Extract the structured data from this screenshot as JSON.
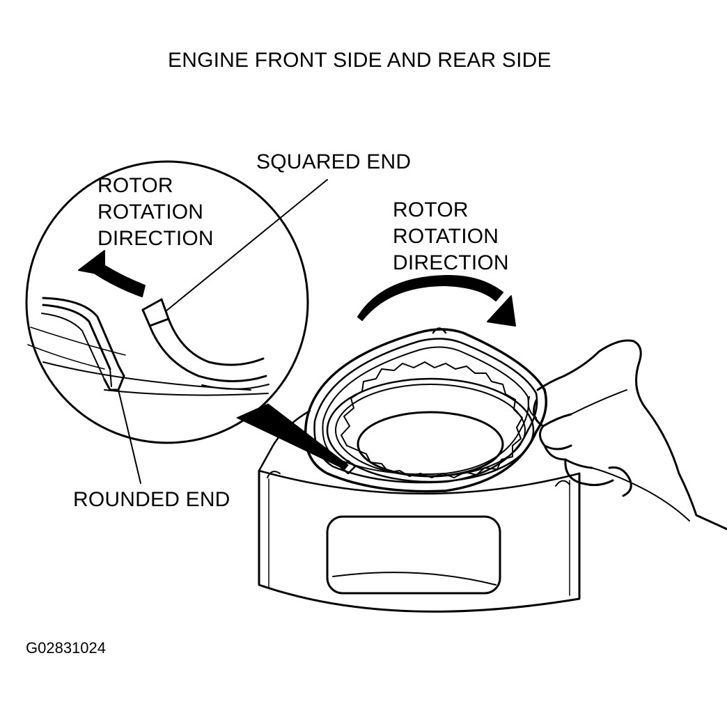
{
  "diagram": {
    "title": "ENGINE FRONT SIDE AND REAR SIDE",
    "labels": {
      "squared_end": "SQUARED END",
      "rounded_end": "ROUNDED END",
      "rotor_rotation_left": [
        "ROTOR",
        "ROTATION",
        "DIRECTION"
      ],
      "rotor_rotation_right": [
        "ROTOR",
        "ROTATION",
        "DIRECTION"
      ]
    },
    "figure_id": "G02831024"
  },
  "colors": {
    "ink": "#000000",
    "paper": "#ffffff"
  }
}
